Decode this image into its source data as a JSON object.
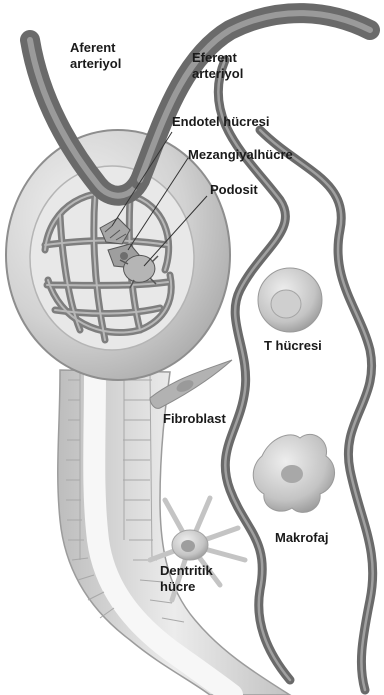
{
  "labels": {
    "afferent": [
      "Aferent",
      "arteriyol"
    ],
    "efferent": [
      "Eferent",
      "arteriyol"
    ],
    "endothelial": "Endotel hücresi",
    "mesangial": "Mezangiyalhücre",
    "podocyte": "Podosit",
    "t_cell": "T hücresi",
    "fibroblast": "Fibroblast",
    "macrophage": "Makrofaj",
    "dendritic": [
      "Dentritik",
      "hücre"
    ]
  },
  "colors": {
    "vessel": "#6a6a6a",
    "vessel_highlight": "#9a9a9a",
    "capsule": "#cfcfcf",
    "tubule": "#d9d9d9",
    "cell_fill": "#bdbdbd",
    "cell_shade": "#8f8f8f",
    "text": "#1a1a1a"
  }
}
